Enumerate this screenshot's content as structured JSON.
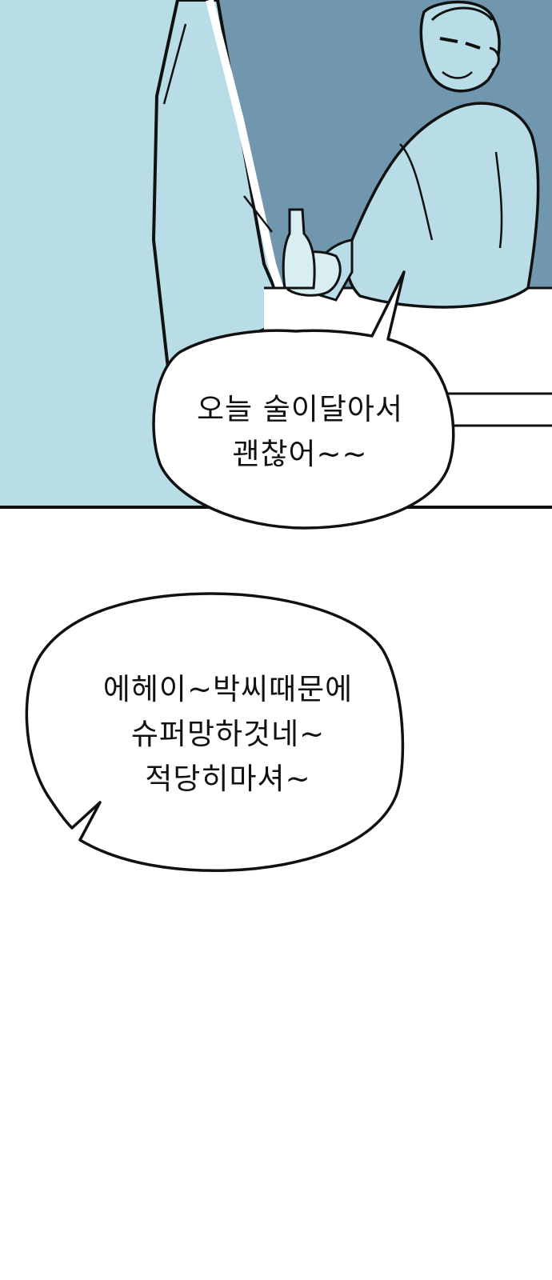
{
  "bubble_1": {
    "lines": [
      "오늘 술이달아서",
      "괜찮어~~"
    ]
  },
  "bubble_2": {
    "lines": [
      "에헤이~박씨때문에",
      "슈퍼망하것네~",
      "적당히마셔~"
    ]
  },
  "colors": {
    "sky_light": "#b9dde6",
    "sky_dark": "#7097ae",
    "outline": "#111111",
    "paper": "#ffffff"
  }
}
